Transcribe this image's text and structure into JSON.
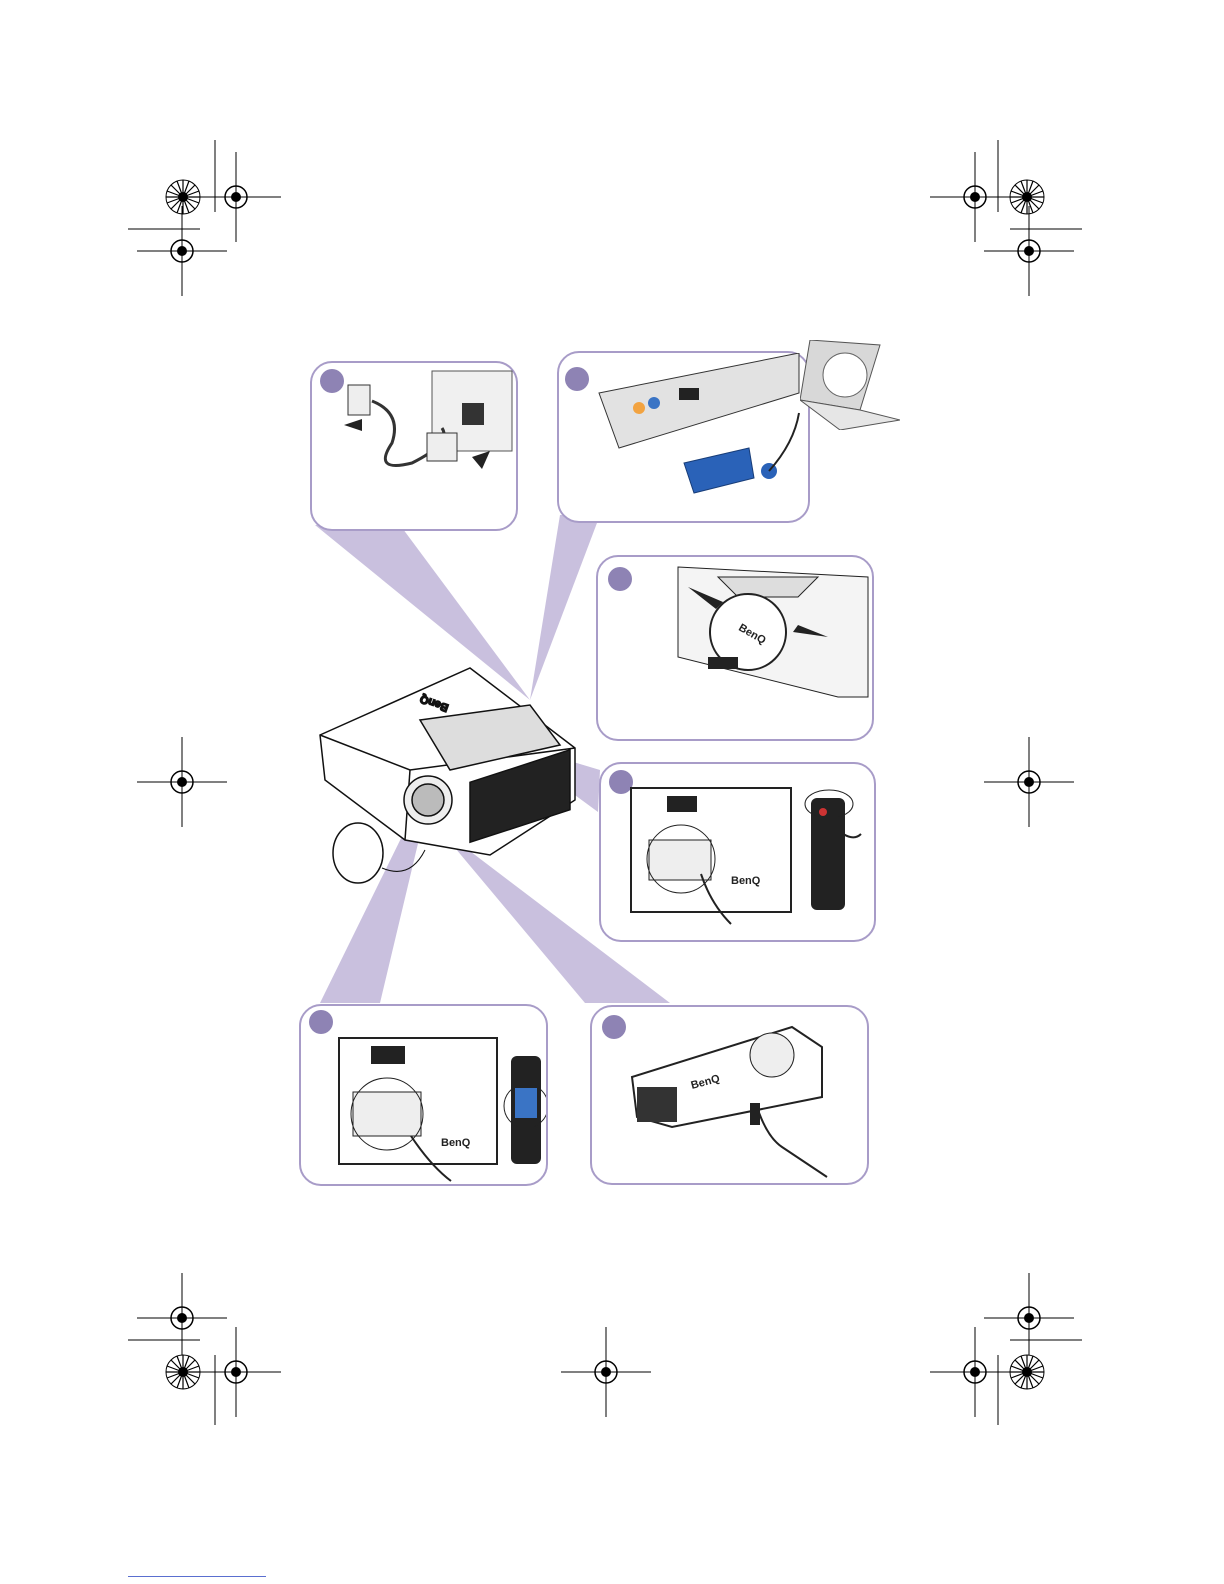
{
  "page": {
    "title": "",
    "brand_color": "#a89cc8",
    "callout_color": "#c9c0de",
    "step_dot_color": "#8e83b4",
    "footer_rule_color": "#5a6fd0"
  },
  "brand_label": "BenQ",
  "steps": [
    {
      "id": "power-cord",
      "icon": "power-plug-icon"
    },
    {
      "id": "signal-cable",
      "icon": "vga-cable-icon"
    },
    {
      "id": "lens-cap",
      "icon": "lens-cap-icon"
    },
    {
      "id": "power-button",
      "icon": "power-button-icon"
    },
    {
      "id": "source-select",
      "icon": "source-button-icon"
    },
    {
      "id": "elevator-foot",
      "icon": "adjuster-foot-icon"
    }
  ]
}
